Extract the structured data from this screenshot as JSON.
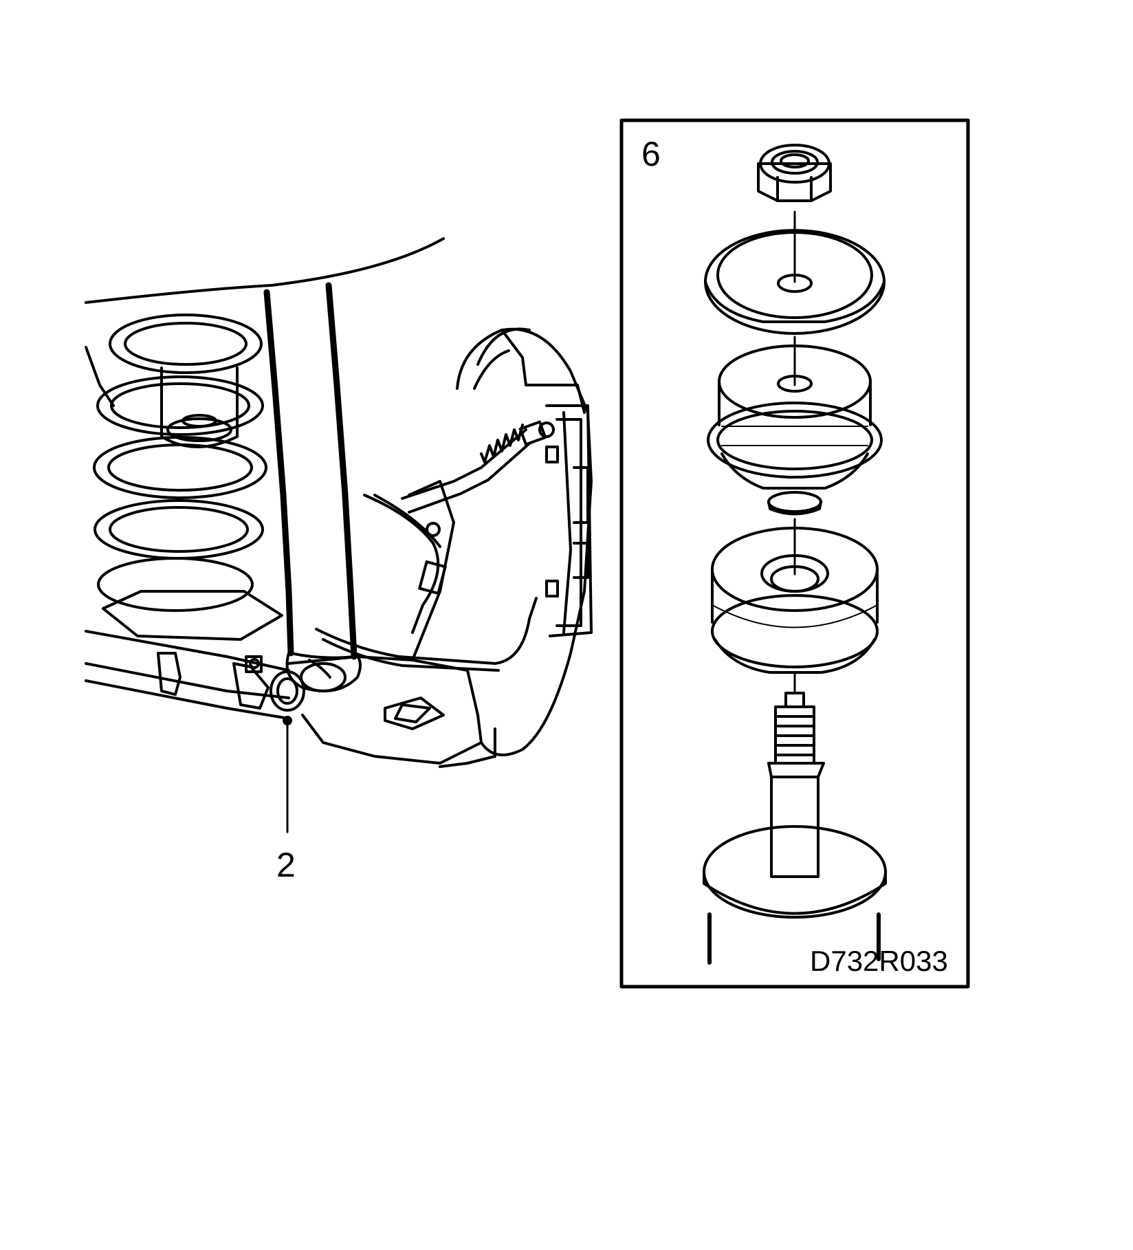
{
  "diagram": {
    "callouts": {
      "main_label": "2",
      "inset_label": "6"
    },
    "reference_code": "D732R033",
    "colors": {
      "line": "#000000",
      "background": "#ffffff"
    }
  }
}
